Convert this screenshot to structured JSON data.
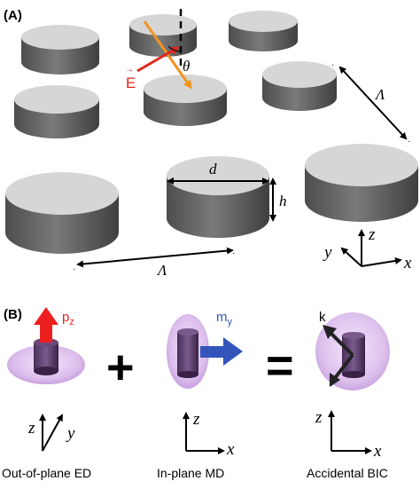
{
  "panel_a": {
    "label": "(A)",
    "angle_label": "θ",
    "field_label": "E",
    "period_label_top": "Λ",
    "period_label_bottom": "Λ",
    "diameter_label": "d",
    "height_label": "h",
    "axis_x": "x",
    "axis_y": "y",
    "axis_z": "z"
  },
  "panel_b": {
    "label": "(B)",
    "plus_sign": "+",
    "equals_sign": "=",
    "ed": {
      "moment_label": "p",
      "moment_sub": "z",
      "axis_z": "z",
      "axis_y": "y",
      "caption": "Out-of-plane ED"
    },
    "md": {
      "moment_label": "m",
      "moment_sub": "y",
      "axis_z": "z",
      "axis_x": "x",
      "caption": "In-plane MD"
    },
    "bic": {
      "wavevector_label": "k",
      "axis_z": "z",
      "axis_x": "x",
      "caption": "Accidental BIC"
    }
  },
  "colors": {
    "disk_top": "#d6d6d6",
    "disk_side": "#6a6a6a",
    "field_red": "#e0261c",
    "incidence_orange": "#f0941e",
    "md_blue": "#3355bb",
    "pz_red": "#ee1f1f",
    "halo_purple": "#c9a3dd"
  }
}
